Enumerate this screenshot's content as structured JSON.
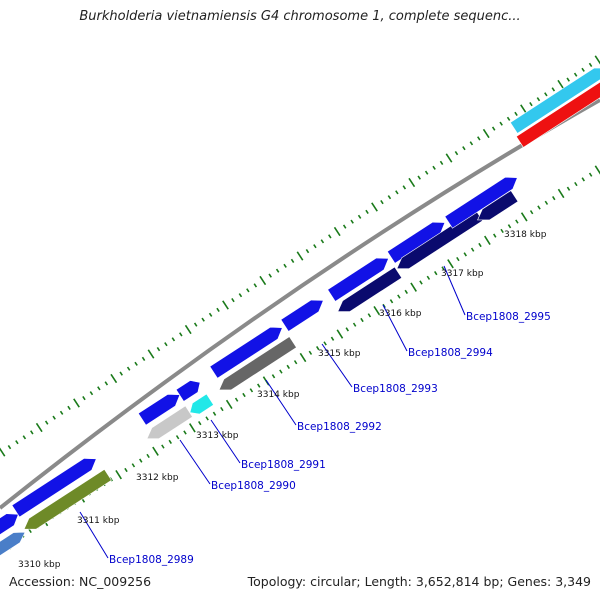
{
  "title": "Burkholderia vietnamiensis G4 chromosome 1, complete sequenc...",
  "accession": "Accession: NC_009256",
  "summary": "Topology: circular; Length: 3,652,814 bp; Genes: 3,349",
  "colors": {
    "backbone": "#8a8a8a",
    "tick": "#1a7a1a",
    "label_link": "#0000cc",
    "gene_blue": "#1212e6",
    "gene_navy": "#0a0a6e",
    "gene_gray": "#666666",
    "gene_lightgray": "#c8c8c8",
    "gene_cyan": "#22e8e8",
    "gene_olive": "#6e8a28",
    "gene_skyblue": "#33c8ee",
    "gene_red": "#ee1111",
    "gene_steelblue": "#4a7ec8"
  },
  "scale_labels": [
    "3310 kbp",
    "3311 kbp",
    "3312 kbp",
    "3313 kbp",
    "3314 kbp",
    "3315 kbp",
    "3316 kbp",
    "3317 kbp",
    "3318 kbp"
  ],
  "gene_labels": [
    "Bcep1808_2989",
    "Bcep1808_2990",
    "Bcep1808_2991",
    "Bcep1808_2992",
    "Bcep1808_2993",
    "Bcep1808_2994",
    "Bcep1808_2995"
  ]
}
